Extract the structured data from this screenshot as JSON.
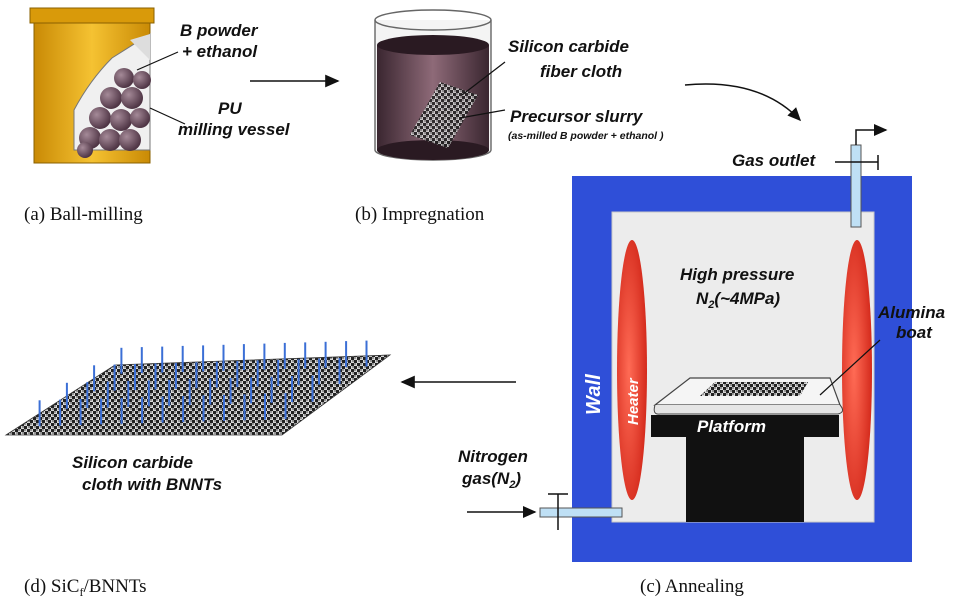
{
  "captions": {
    "a": "(a) Ball-milling",
    "b": "(b) Impregnation",
    "c": "(c) Annealing",
    "d_prefix": "(d) SiC",
    "d_sub": "f",
    "d_suffix": "/BNNTs"
  },
  "ball_milling": {
    "powder_line1": "B powder",
    "powder_line2": "+ ethanol",
    "vessel_line1": "PU",
    "vessel_line2": "milling vessel"
  },
  "impregnation": {
    "fiber_line1": "Silicon carbide",
    "fiber_line2": "fiber cloth",
    "slurry_line1": "Precursor slurry",
    "slurry_line2": "(as-milled B powder + ethanol )"
  },
  "furnace": {
    "gas_outlet": "Gas outlet",
    "pressure_line1": "High pressure",
    "pressure_line2_prefix": "N",
    "pressure_line2_sub": "2",
    "pressure_line2_suffix": "(~4MPa)",
    "boat_line1": "Alumina",
    "boat_line2": "boat",
    "wall": "Wall",
    "heater": "Heater",
    "platform": "Platform",
    "nitrogen_line1": "Nitrogen",
    "nitrogen_line2_prefix": "gas(N",
    "nitrogen_line2_sub": "2",
    "nitrogen_line2_suffix": ")"
  },
  "product": {
    "line1": "Silicon carbide",
    "line2": "cloth with BNNTs"
  },
  "colors": {
    "vessel": "#e8a80f",
    "furnace_wall": "#2f4fd8",
    "heater": "#e23a2a",
    "slurry": "#6e4a56",
    "nanotube": "#3b6fd6",
    "chamber": "#ececec"
  }
}
